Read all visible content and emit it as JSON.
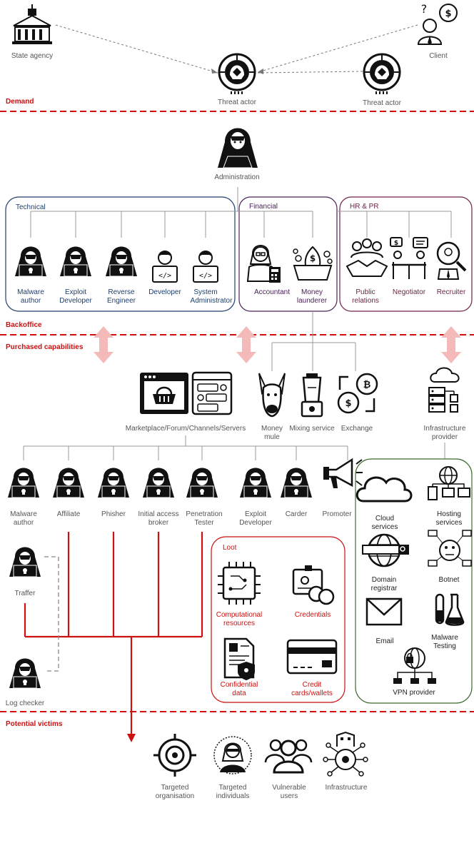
{
  "sections": {
    "demand": "Demand",
    "backoffice": "Backoffice",
    "purchased": "Purchased capabilities",
    "victims": "Potential victims"
  },
  "top": {
    "state_agency": "State agency",
    "client": "Client",
    "threat_actor_1": "Threat actor",
    "threat_actor_2": "Threat actor"
  },
  "administration": "Administration",
  "groups": {
    "technical": "Technical",
    "financial": "Financial",
    "hr_pr": "HR & PR",
    "loot": "Loot"
  },
  "technical_roles": [
    [
      "Malware",
      "author"
    ],
    [
      "Exploit",
      "Developer"
    ],
    [
      "Reverse",
      "Engineer"
    ],
    [
      "Developer"
    ],
    [
      "System",
      "Administrator"
    ]
  ],
  "financial_roles": [
    [
      "Accountant"
    ],
    [
      "Money",
      "launderer"
    ]
  ],
  "hr_roles": [
    [
      "Public",
      "relations"
    ],
    [
      "Negotiator"
    ],
    [
      "Recruiter"
    ]
  ],
  "capabilities": {
    "marketplace": "Marketplace/Forum/Channels/Servers",
    "money_mule": [
      "Money",
      "mule"
    ],
    "mixing": "Mixing service",
    "exchange": "Exchange",
    "infra_provider": [
      "Infrastructure",
      "provider"
    ]
  },
  "actors": [
    [
      "Malware",
      "author"
    ],
    [
      "Affiliate"
    ],
    [
      "Phisher"
    ],
    [
      "Initial access",
      "broker"
    ],
    [
      "Penetration",
      "Tester"
    ],
    [
      "Exploit",
      "Developer"
    ],
    [
      "Carder"
    ],
    [
      "Promoter"
    ]
  ],
  "traffer": "Traffer",
  "log_checker": "Log checker",
  "loot_items": [
    [
      "Computational",
      "resources"
    ],
    [
      "Credentials"
    ],
    [
      "Confidential",
      "data"
    ],
    [
      "Credit",
      "cards/wallets"
    ]
  ],
  "infra_items": [
    [
      "Cloud",
      "services"
    ],
    [
      "Hosting",
      "services"
    ],
    [
      "Domain",
      "registrar"
    ],
    [
      "Botnet"
    ],
    [
      "Email"
    ],
    [
      "Malware",
      "Testing"
    ],
    [
      "VPN provider"
    ]
  ],
  "victims": [
    [
      "Targeted",
      "organisation"
    ],
    [
      "Targeted",
      "individuals"
    ],
    [
      "Vulnerable",
      "users"
    ],
    [
      "Infrastructure"
    ]
  ],
  "colors": {
    "accent_red": "#cc1111",
    "technical_blue": "#1f3f6e",
    "financial_purple": "#4a2358",
    "hr_plum": "#6e2348",
    "infra_green": "#3c6a2e",
    "arrow_pink": "#f4b9b9"
  }
}
